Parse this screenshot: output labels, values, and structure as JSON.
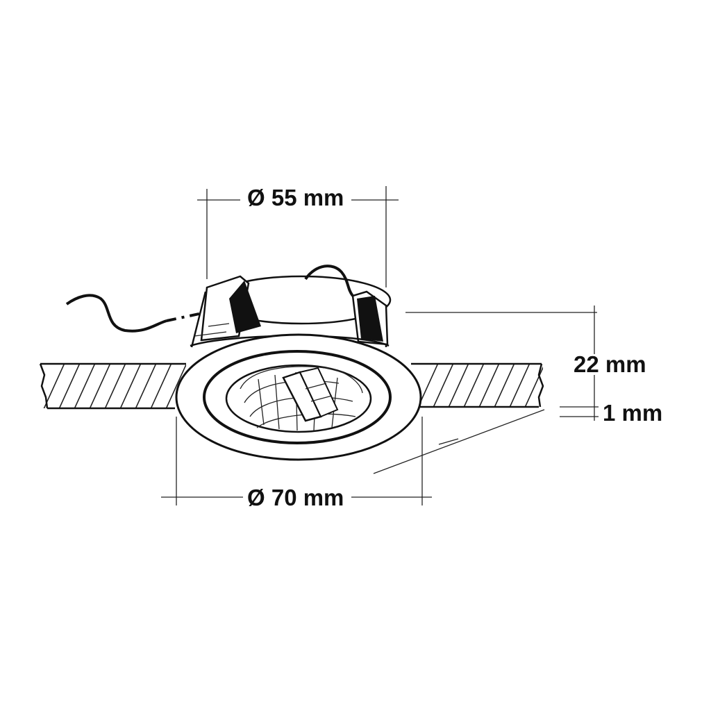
{
  "dimensions": {
    "top_diameter": "Ø 55 mm",
    "bottom_diameter": "Ø 70 mm",
    "height": "22 mm",
    "rim_thickness": "1 mm"
  },
  "colors": {
    "line": "#111111",
    "background": "#ffffff"
  }
}
